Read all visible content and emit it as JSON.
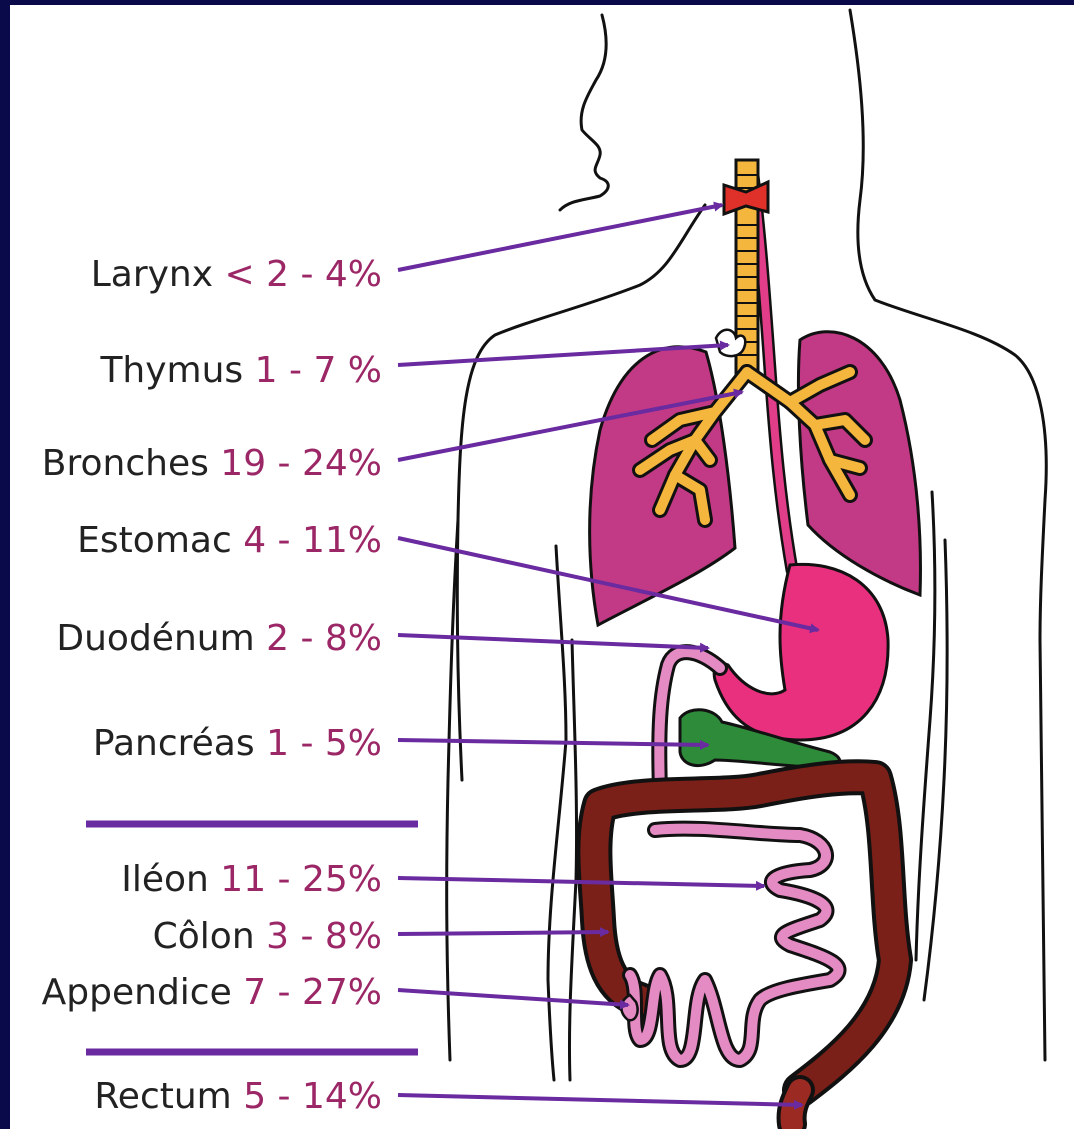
{
  "colors": {
    "background": "#0a0a4a",
    "panel": "#ffffff",
    "label_text": "#222222",
    "percent_text": "#9b2766",
    "arrow": "#6a2aa0",
    "separator": "#6a2aa0",
    "lung": "#c23a85",
    "bronchi": "#f4b63c",
    "stomach": "#e8307e",
    "pancreas": "#2e8b3a",
    "colon": "#7a2018",
    "small_intestine": "#e58bc4",
    "larynx": "#e0302a"
  },
  "labels": [
    {
      "name": "Larynx",
      "range": "< 2 - 4%"
    },
    {
      "name": "Thymus",
      "range": "1 - 7 %"
    },
    {
      "name": "Bronches",
      "range": "19 - 24%"
    },
    {
      "name": "Estomac",
      "range": "4 - 11%"
    },
    {
      "name": "Duodénum",
      "range": "2 - 8%"
    },
    {
      "name": "Pancréas",
      "range": "1 - 5%"
    },
    {
      "name": "Iléon",
      "range": "11 - 25%"
    },
    {
      "name": "Côlon",
      "range": "3 - 8%"
    },
    {
      "name": "Appendice",
      "range": "7 - 27%"
    },
    {
      "name": "Rectum",
      "range": "5 - 14%"
    }
  ]
}
